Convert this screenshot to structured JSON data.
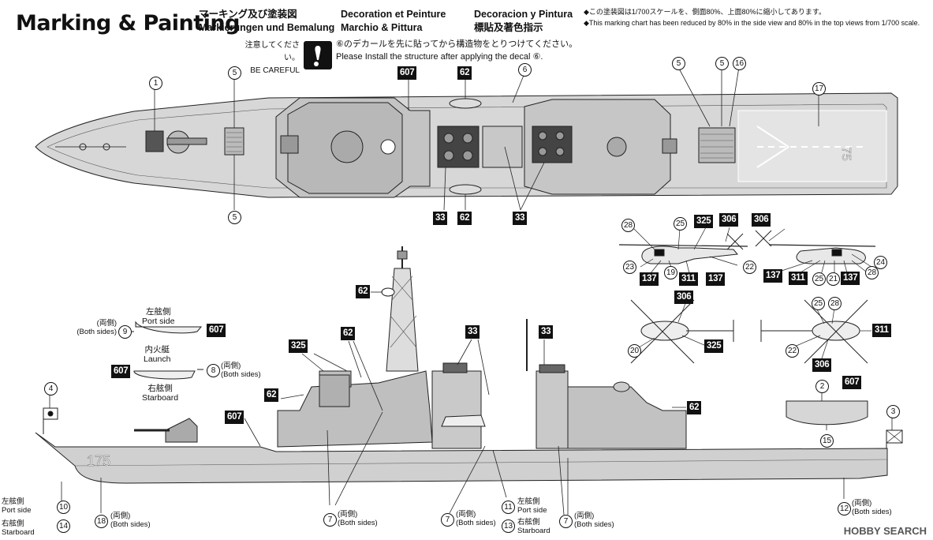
{
  "title": "Marking & Painting",
  "headers": {
    "jp": "マーキング及び塗装図",
    "de": "Markierungen und Bemalung",
    "fr": "Decoration et Peinture",
    "it": "Marchio & Pittura",
    "es": "Decoracion y Pintura",
    "cn": "標貼及著色指示"
  },
  "notes": {
    "jp": "◆この塗装図は1/700スケールを、側面80%、上面80%に縮小してあります。",
    "en": "◆This marking chart has been reduced by 80% in the side view and 80% in the top views from 1/700 scale."
  },
  "caution": {
    "jp_label": "注意してください。",
    "en_label": "BE CAREFUL",
    "jp_text": "⑥のデカールを先に貼ってから構造物をとりつけてください。",
    "en_text": "Please Install the structure after applying the decal ⑥."
  },
  "sides": {
    "port_jp": "左舷側",
    "port_en": "Port side",
    "starboard_jp": "右舷側",
    "starboard_en": "Starboard",
    "launch_jp": "内火艇",
    "launch_en": "Launch",
    "both_jp": "(両側)",
    "both_en": "(Both sides)"
  },
  "circled": {
    "c1": "1",
    "c2": "2",
    "c3": "3",
    "c4": "4",
    "c5": "5",
    "c6": "6",
    "c7": "7",
    "c8": "8",
    "c9": "9",
    "c10": "10",
    "c11": "11",
    "c12": "12",
    "c13": "13",
    "c14": "14",
    "c15": "15",
    "c16": "16",
    "c17": "17",
    "c18": "18",
    "c19": "19",
    "c20": "20",
    "c21": "21",
    "c22": "22",
    "c23": "23",
    "c24": "24",
    "c25": "25",
    "c28": "28"
  },
  "boxed": {
    "b33": "33",
    "b62": "62",
    "b137": "137",
    "b306": "306",
    "b311": "311",
    "b325": "325",
    "b607": "607"
  },
  "hull_number": "175",
  "deck_number": "75",
  "watermark": "HOBBY SEARCH"
}
